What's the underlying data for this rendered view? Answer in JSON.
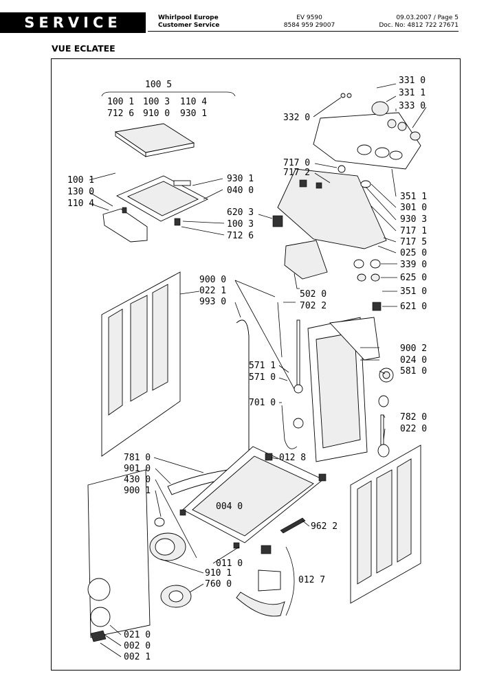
{
  "header": {
    "service": "SERVICE",
    "company": "Whirlpool Europe",
    "department": "Customer Service",
    "model": "EV 9590",
    "model_code": "8584 959 29007",
    "date_page": "09.03.2007 / Page 5",
    "doc_no": "Doc. No: 4812 722 27671"
  },
  "title": "VUE ECLATEE",
  "labels": {
    "l1005": "100 5",
    "l1001a": "100 1",
    "l1003a": "100 3",
    "l1104a": "110 4",
    "l7126a": "712 6",
    "l9100": "910 0",
    "l9301a": "930 1",
    "l3310": "331 0",
    "l3311": "331 1",
    "l3330": "333 0",
    "l3320": "332 0",
    "l1001b": "100 1",
    "l1300": "130 0",
    "l1104b": "110 4",
    "l9301b": "930 1",
    "l0400": "040 0",
    "l6203": "620 3",
    "l1003b": "100 3",
    "l7126b": "712 6",
    "l7170": "717 0",
    "l7172": "717 2",
    "l3511a": "351 1",
    "l3010": "301 0",
    "l9303": "930 3",
    "l7171": "717 1",
    "l7175": "717 5",
    "l0250": "025 0",
    "l3390": "339 0",
    "l6250": "625 0",
    "l3510": "351 0",
    "l6210": "621 0",
    "l9000": "900 0",
    "l0221": "022 1",
    "l9930": "993 0",
    "l5020": "502 0",
    "l7022": "702 2",
    "l9002": "900 2",
    "l0240": "024 0",
    "l5810": "581 0",
    "l5711": "571 1",
    "l5710": "571 0",
    "l7010": "701 0",
    "l7820": "782 0",
    "l0220": "022 0",
    "l7810": "781 0",
    "l9010": "901 0",
    "l4300": "430 0",
    "l9001": "900 1",
    "l0128": "012 8",
    "l0040": "004 0",
    "l9622": "962 2",
    "l0110": "011 0",
    "l9101": "910 1",
    "l7600": "760 0",
    "l0127": "012 7",
    "l0210": "021 0",
    "l0020": "002 0",
    "l0021": "002 1"
  }
}
